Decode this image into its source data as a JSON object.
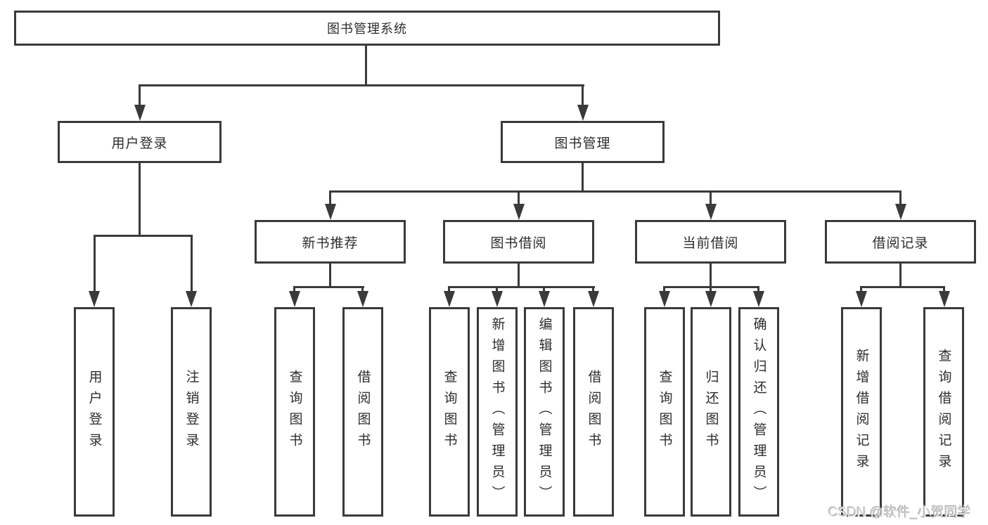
{
  "diagram": {
    "title": "图书管理系统",
    "tree": {
      "root": {
        "label": "图书管理系统",
        "children": [
          {
            "label": "用户登录",
            "children": [
              {
                "label": "用户登录"
              },
              {
                "label": "注销登录"
              }
            ]
          },
          {
            "label": "图书管理",
            "children": [
              {
                "label": "新书推荐",
                "children": [
                  {
                    "label": "查询图书"
                  },
                  {
                    "label": "借阅图书"
                  }
                ]
              },
              {
                "label": "图书借阅",
                "children": [
                  {
                    "label": "查询图书"
                  },
                  {
                    "label": "新增图书（管理员）"
                  },
                  {
                    "label": "编辑图书（管理员）"
                  },
                  {
                    "label": "借阅图书"
                  }
                ]
              },
              {
                "label": "当前借阅",
                "children": [
                  {
                    "label": "查询图书"
                  },
                  {
                    "label": "归还图书"
                  },
                  {
                    "label": "确认归还（管理员）"
                  }
                ]
              },
              {
                "label": "借阅记录",
                "children": [
                  {
                    "label": "新增借阅记录"
                  },
                  {
                    "label": "查询借阅记录"
                  }
                ]
              }
            ]
          }
        ]
      }
    },
    "colors": {
      "line": "#3a3a3a",
      "text": "#2d2d2d",
      "watermark": "#d2d2d2"
    }
  },
  "watermark": {
    "text": "CSDN @软件_小贺同学"
  }
}
